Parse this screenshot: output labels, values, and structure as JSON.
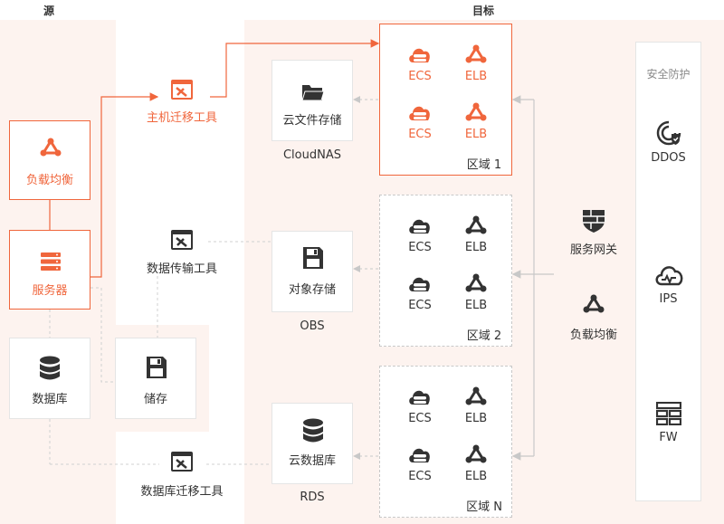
{
  "headers": {
    "source": "源",
    "target": "目标"
  },
  "source": {
    "lb": "负载均衡",
    "server": "服务器",
    "db": "数据库",
    "storage": "储存"
  },
  "tools": {
    "host": "主机迁移工具",
    "data": "数据传输工具",
    "db": "数据库迁移工具"
  },
  "services": {
    "nas": {
      "label": "云文件存储",
      "caption": "CloudNAS"
    },
    "obs": {
      "label": "对象存储",
      "caption": "OBS"
    },
    "rds": {
      "label": "云数据库",
      "caption": "RDS"
    }
  },
  "regions": [
    {
      "name": "区域 1",
      "items": [
        "ECS",
        "ELB",
        "ECS",
        "ELB"
      ]
    },
    {
      "name": "区域 2",
      "items": [
        "ECS",
        "ELB",
        "ECS",
        "ELB"
      ]
    },
    {
      "name": "区域 N",
      "items": [
        "ECS",
        "ELB",
        "ECS",
        "ELB"
      ]
    }
  ],
  "network": {
    "gateway": "服务网关",
    "lb": "负载均衡"
  },
  "security": {
    "title": "安全防护",
    "items": [
      "DDOS",
      "IPS",
      "FW"
    ]
  },
  "colors": {
    "accent": "#f0663c",
    "dark": "#333333",
    "line_gray": "#c8c8c8",
    "bg_tint": "#fdf3ef"
  }
}
